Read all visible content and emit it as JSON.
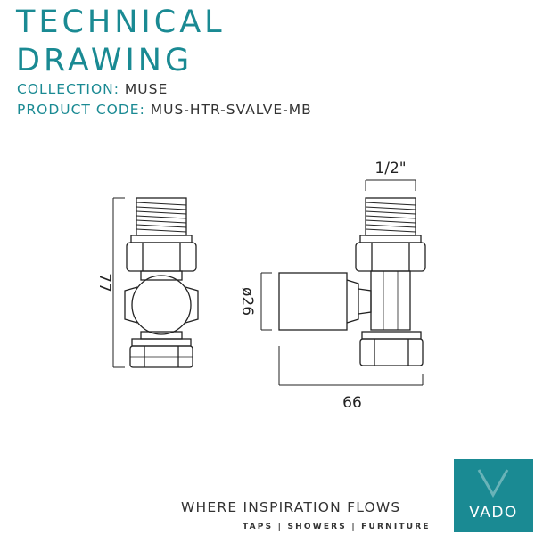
{
  "header": {
    "title_line1": "TECHNICAL",
    "title_line2": "DRAWING",
    "collection_label": "COLLECTION:",
    "collection_value": "MUSE",
    "product_code_label": "PRODUCT CODE:",
    "product_code_value": "MUS-HTR-SVALVE-MB"
  },
  "dimensions": {
    "height": "77",
    "diameter": "ø26",
    "width": "66",
    "thread": "1/2\""
  },
  "footer": {
    "tagline": "WHERE INSPIRATION FLOWS",
    "categories": "TAPS | SHOWERS | FURNITURE",
    "brand": "VADO"
  },
  "colors": {
    "accent": "#1a8a93",
    "text": "#333333"
  }
}
